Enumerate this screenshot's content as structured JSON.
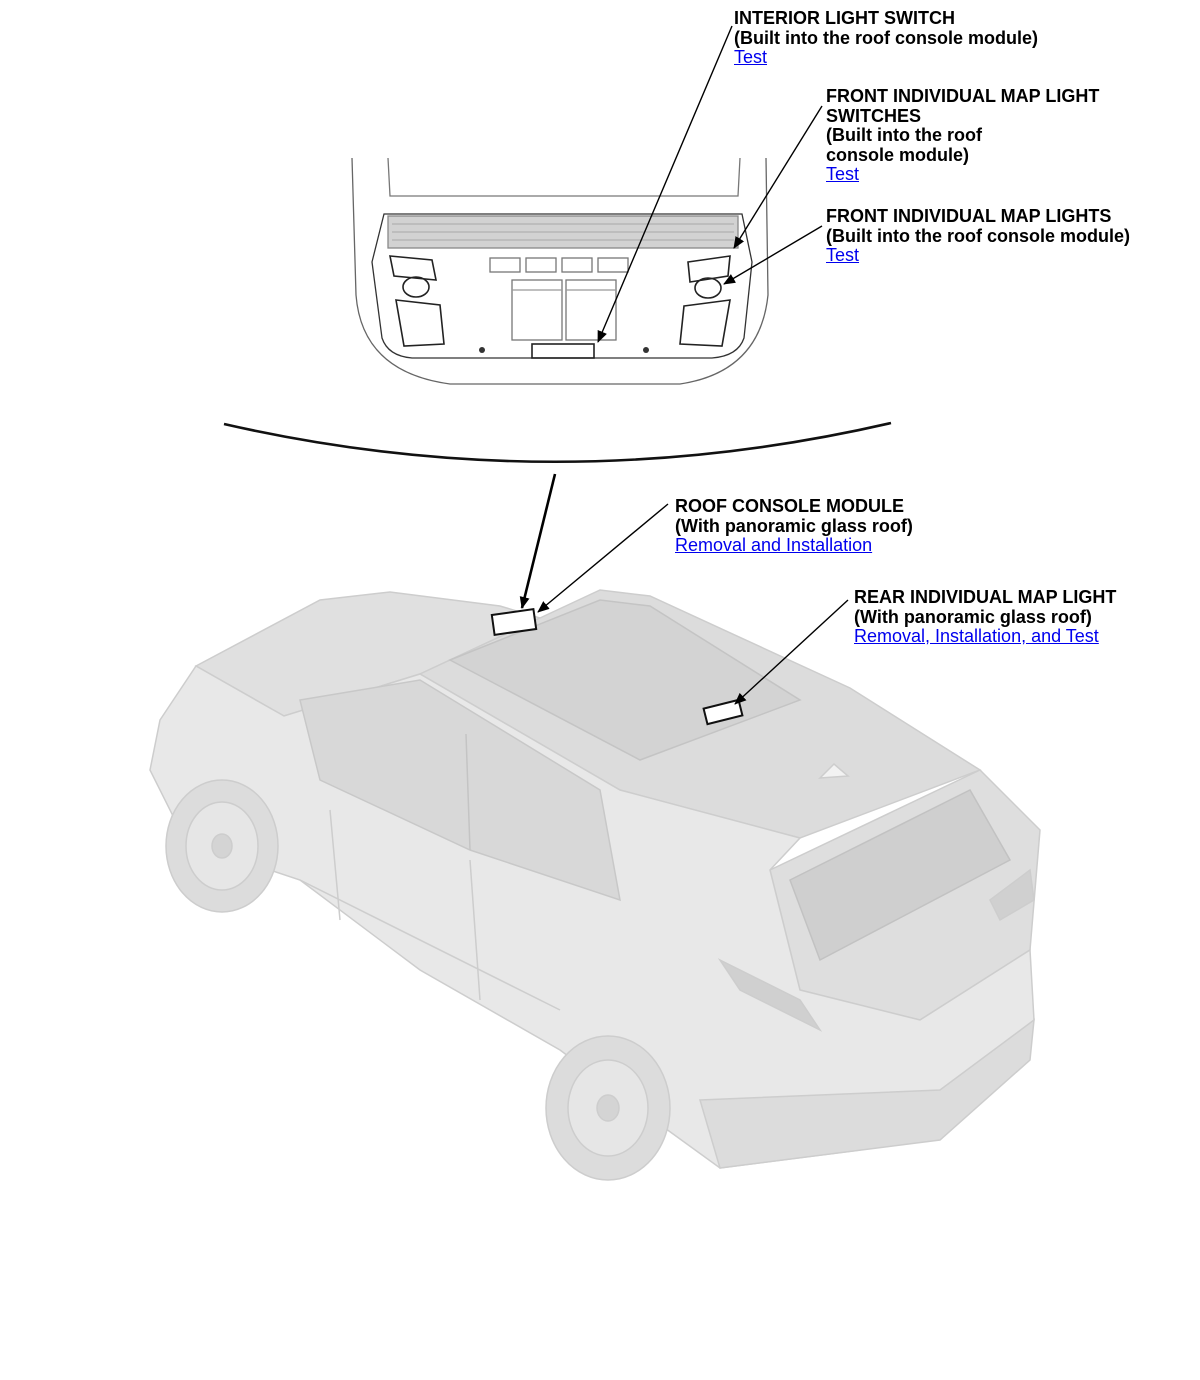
{
  "callouts": {
    "interior_light_switch": {
      "name": "INTERIOR LIGHT SWITCH",
      "note": "(Built into the roof console module)",
      "link": "Test"
    },
    "front_map_light_switches": {
      "name_line1": "FRONT INDIVIDUAL MAP LIGHT",
      "name_line2": "SWITCHES",
      "note_line1": "(Built into the roof",
      "note_line2": "console module)",
      "link": "Test"
    },
    "front_map_lights": {
      "name": "FRONT INDIVIDUAL MAP LIGHTS",
      "note": "(Built into the roof console module)",
      "link": "Test"
    },
    "roof_console_module": {
      "name": "ROOF CONSOLE MODULE",
      "note": "(With panoramic glass roof)",
      "link": "Removal and Installation"
    },
    "rear_map_light": {
      "name": "REAR INDIVIDUAL MAP LIGHT",
      "note": "(With panoramic glass roof)",
      "link": "Removal, Installation, and Test"
    }
  },
  "colors": {
    "link": "#0000ee",
    "car_body": "#e6e6e6",
    "car_outline": "#cfcfcf",
    "leader": "#000000"
  }
}
